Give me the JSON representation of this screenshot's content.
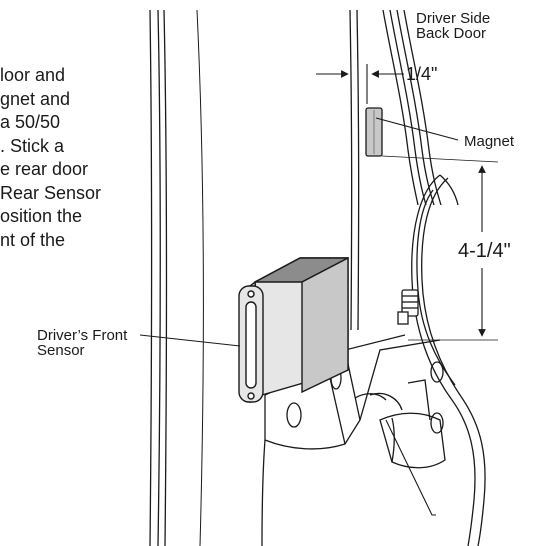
{
  "instructions": {
    "lines": [
      "loor and",
      "gnet and",
      "a 50/50",
      ". Stick a",
      "e rear door",
      "Rear Sensor",
      "osition the",
      "nt of the"
    ]
  },
  "labels": {
    "driver_side_back_door": [
      "Driver Side",
      "Back Door"
    ],
    "magnet": "Magnet",
    "drivers_front_sensor": [
      "Driver’s Front",
      "Sensor"
    ]
  },
  "dimensions": {
    "gap": "1/4\"",
    "height": "4-1/4\""
  },
  "colors": {
    "line": "#1a1a1a",
    "shade_light": "#e6e6e6",
    "shade_mid": "#c8c8c8",
    "shade_dark": "#8c8c8c"
  }
}
